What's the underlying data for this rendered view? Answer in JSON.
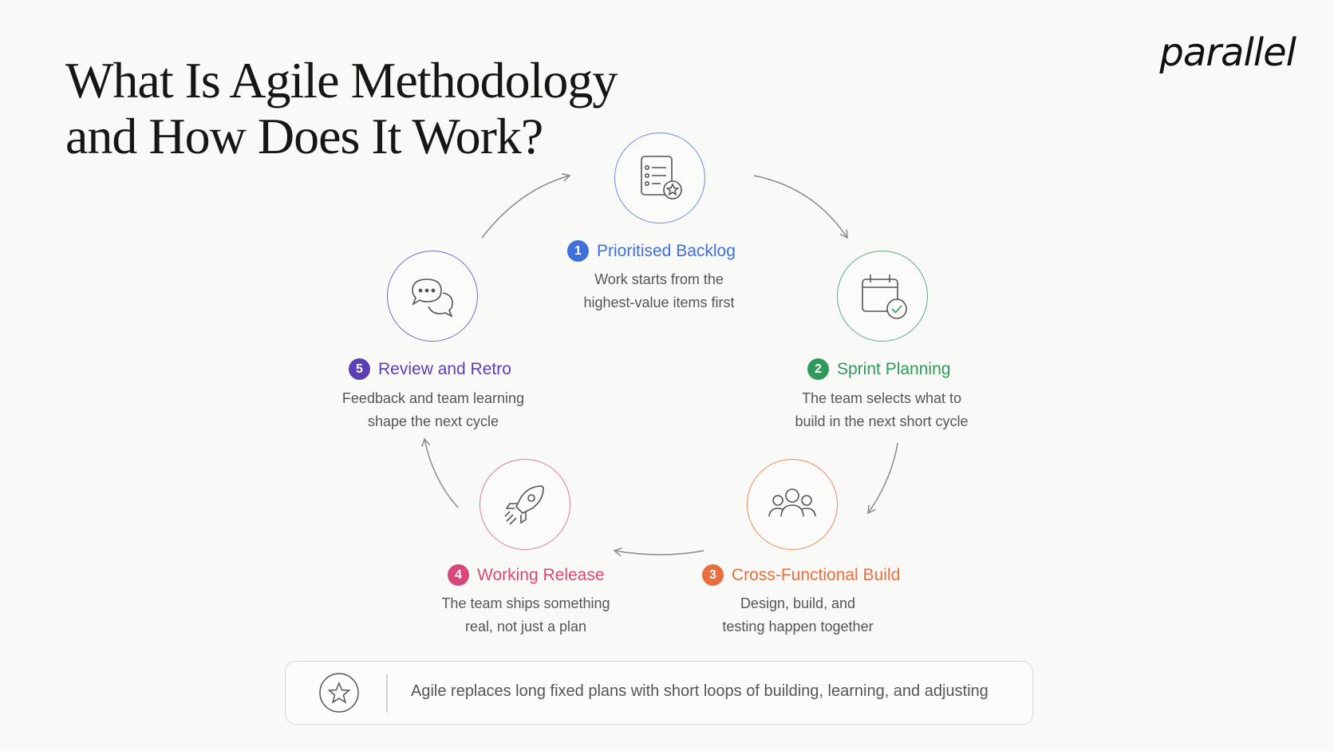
{
  "page": {
    "title_line1": "What Is Agile Methodology",
    "title_line2": "and How Does It Work?",
    "logo": "parallel"
  },
  "steps": [
    {
      "number": "1",
      "title": "Prioritised Backlog",
      "desc_line1": "Work starts from the",
      "desc_line2": "highest-value items first",
      "color": "#3f6fd8",
      "icon": "checklist-star-icon"
    },
    {
      "number": "2",
      "title": "Sprint Planning",
      "desc_line1": "The team selects what to",
      "desc_line2": "build in the next short cycle",
      "color": "#2e9a5c",
      "icon": "calendar-check-icon"
    },
    {
      "number": "3",
      "title": "Cross-Functional Build",
      "desc_line1": "Design, build, and",
      "desc_line2": "testing happen together",
      "color": "#e86f3e",
      "icon": "team-icon"
    },
    {
      "number": "4",
      "title": "Working Release",
      "desc_line1": "The team ships something",
      "desc_line2": "real, not just a plan",
      "color": "#d9487a",
      "icon": "rocket-icon"
    },
    {
      "number": "5",
      "title": "Review and Retro",
      "desc_line1": "Feedback and team learning",
      "desc_line2": "shape the next cycle",
      "color": "#5a3fb5",
      "icon": "chat-bubbles-icon"
    }
  ],
  "callout": {
    "icon": "star-icon",
    "text": "Agile replaces long fixed plans with short loops of building, learning, and adjusting"
  }
}
